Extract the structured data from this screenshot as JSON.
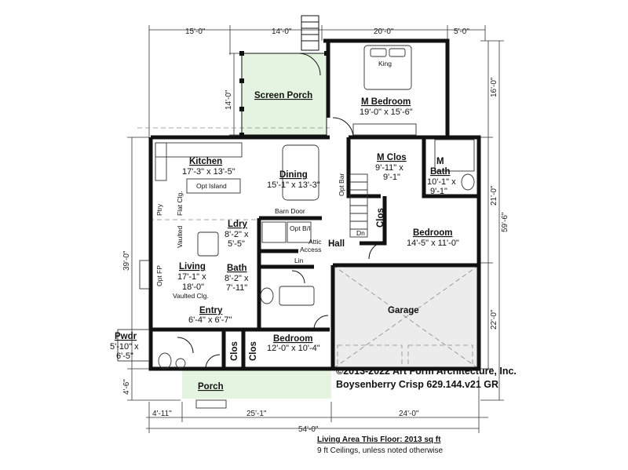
{
  "dimensions": {
    "top": [
      "15'-0\"",
      "14'-0\"",
      "20'-0\"",
      "5'-0\""
    ],
    "bottom_sub": [
      "4'-11\"",
      "25'-1\"",
      "24'-0\""
    ],
    "bottom_total": "54'-0\"",
    "left": [
      "14'-0\"",
      "39'-0\"",
      "4'-6\""
    ],
    "right": [
      "16'-0\"",
      "21'-0\"",
      "22'-0\""
    ],
    "right_total": "59'-6\""
  },
  "rooms": {
    "screen_porch": {
      "name": "Screen Porch"
    },
    "m_bedroom": {
      "name": "M Bedroom",
      "size": "19'-0\" x 15'-6\"",
      "bed": "King"
    },
    "kitchen": {
      "name": "Kitchen",
      "size": "17'-3\" x 13'-5\"",
      "island": "Opt Island"
    },
    "dining": {
      "name": "Dining",
      "size": "15'-1\" x 13'-3\""
    },
    "m_clos": {
      "name": "M Clos",
      "size1": "9'-11\" x",
      "size2": "9'-1\""
    },
    "m_bath": {
      "name1": "M",
      "name2": "Bath",
      "size1": "10'-1\" x",
      "size2": "9'-1\""
    },
    "opt_bar": "Opt Bar",
    "ptry": "Ptry",
    "flat_clg": "Flat Clg.",
    "vaulted": "Vaulted",
    "barn_door": "Barn Door",
    "ldry": {
      "name": "Ldry",
      "size1": "8'-2\" x",
      "size2": "5'-5\""
    },
    "opt_bi": "Opt B/I",
    "attic": {
      "line1": "Attic",
      "line2": "Access"
    },
    "lin": "Lin",
    "hall": "Hall",
    "dn": "Dn",
    "clos": "Clos",
    "bedroom2": {
      "name": "Bedroom",
      "size": "14'-5\" x 11'-0\""
    },
    "living": {
      "name": "Living",
      "size1": "17'-1\" x",
      "size2": "18'-0\"",
      "note": "Vaulted Clg."
    },
    "opt_fp": "Opt FP",
    "bath": {
      "name": "Bath",
      "size1": "8'-2\" x",
      "size2": "7'-11\""
    },
    "entry": {
      "name": "Entry",
      "size": "6'-4\" x 6'-7\""
    },
    "pwdr": {
      "name": "Pwdr",
      "size1": "5'-10\" x",
      "size2": "6'-5\""
    },
    "bedroom3": {
      "name": "Bedroom",
      "size": "12'-0\" x 10'-4\""
    },
    "garage": {
      "name": "Garage"
    },
    "porch": {
      "name": "Porch"
    }
  },
  "copyright": "©2013-2022 Art Form Architecture, Inc.",
  "plan_name": "Boysenberry Crisp 629.144.v21 GR",
  "living_area": "Living Area This Floor: 2013 sq ft",
  "ceilings": "9 ft Ceilings, unless noted otherwise",
  "colors": {
    "screen_porch": "#e4f4e0",
    "porch": "#e4f4e0",
    "garage": "#ececec",
    "wall": "#111111"
  }
}
